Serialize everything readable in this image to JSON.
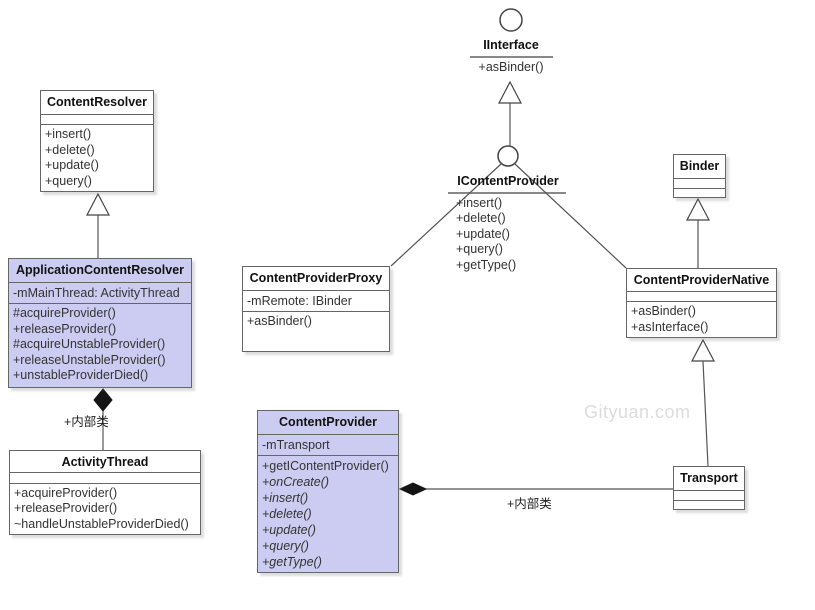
{
  "watermark": "Gityuan.com",
  "labels": {
    "inner_class_left": "+内部类",
    "inner_class_right": "+内部类"
  },
  "interfaces": {
    "iinterface": {
      "name": "IInterface",
      "methods": [
        "+asBinder()"
      ]
    },
    "icontentprovider": {
      "name": "IContentProvider",
      "methods": [
        "+insert()",
        "+delete()",
        "+update()",
        "+query()",
        "+getType()"
      ]
    }
  },
  "boxes": {
    "contentResolver": {
      "name": "ContentResolver",
      "methods": [
        "+insert()",
        "+delete()",
        "+update()",
        "+query()"
      ]
    },
    "applicationContentResolver": {
      "name": "ApplicationContentResolver",
      "attributes": [
        "-mMainThread: ActivityThread"
      ],
      "methods": [
        "#acquireProvider()",
        "+releaseProvider()",
        "#acquireUnstableProvider()",
        "+releaseUnstableProvider()",
        "+unstableProviderDied()"
      ]
    },
    "activityThread": {
      "name": "ActivityThread",
      "methods": [
        "+acquireProvider()",
        "+releaseProvider()",
        "~handleUnstableProviderDied()"
      ]
    },
    "contentProviderProxy": {
      "name": "ContentProviderProxy",
      "attributes": [
        "-mRemote: IBinder"
      ],
      "methods": [
        "+asBinder()"
      ]
    },
    "binder": {
      "name": "Binder"
    },
    "contentProviderNative": {
      "name": "ContentProviderNative",
      "methods": [
        "+asBinder()",
        "+asInterface()"
      ]
    },
    "contentProvider": {
      "name": "ContentProvider",
      "attributes": [
        "-mTransport"
      ],
      "methods": [
        "+getIContentProvider()",
        "+onCreate()",
        "+insert()",
        "+delete()",
        "+update()",
        "+query()",
        "+getType()"
      ]
    },
    "transport": {
      "name": "Transport"
    }
  },
  "colors": {
    "class_fill": "#ffffff",
    "highlight_fill": "#ccccf2",
    "border": "#666666",
    "connector": "#555555"
  }
}
